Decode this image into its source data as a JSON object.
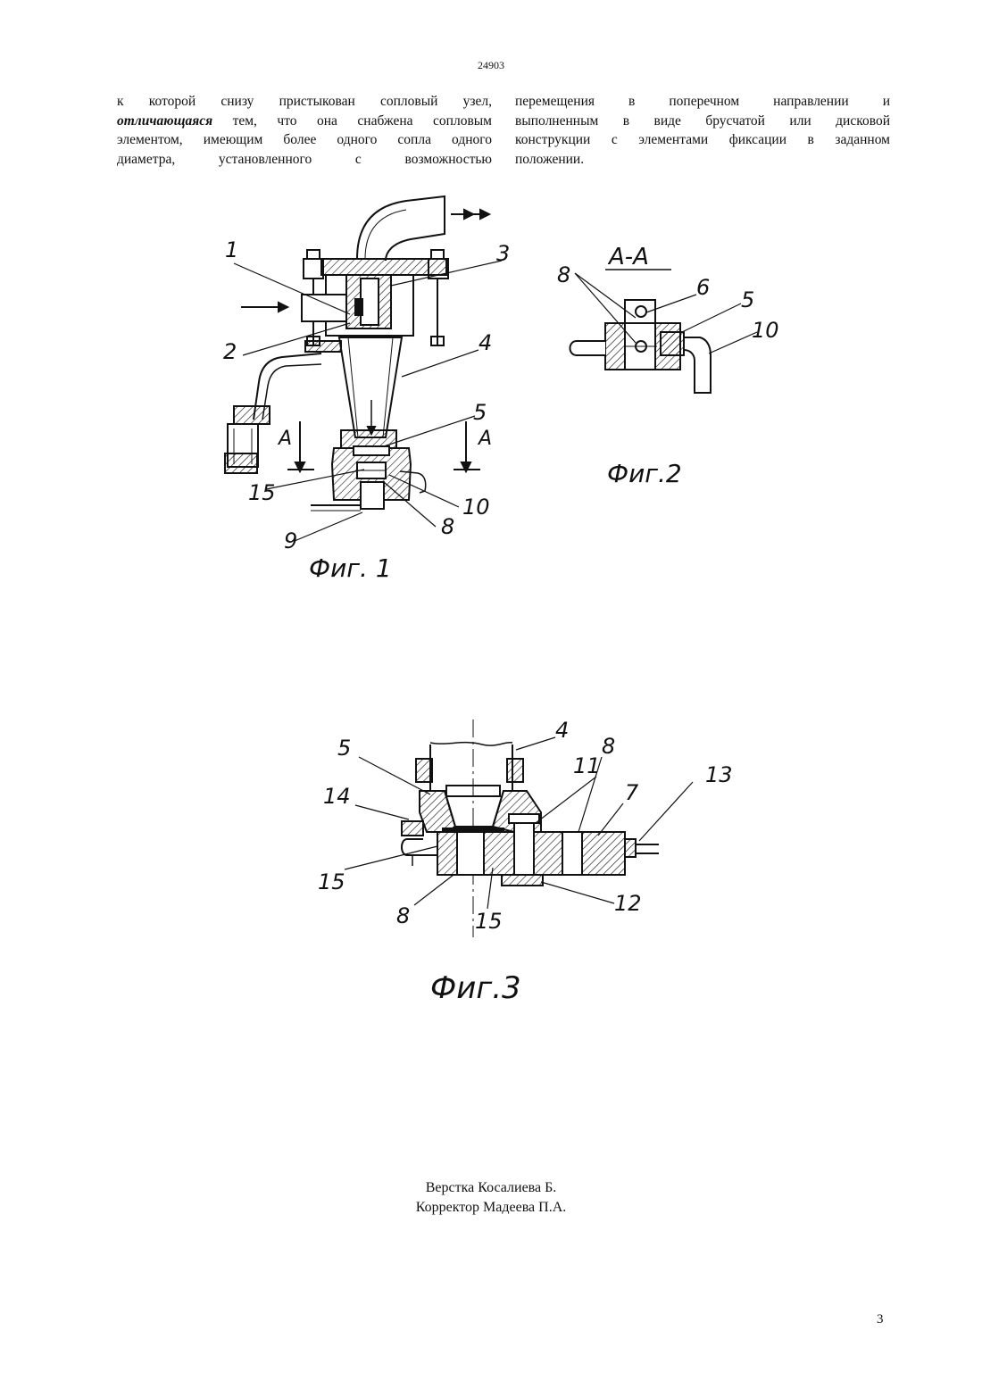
{
  "header": {
    "doc_number": "24903"
  },
  "claim": {
    "left": {
      "l1": "к которой снизу пристыкован сопловый узел,",
      "l2_em": "отличающаяся",
      "l2_rest": " тем, что она снабжена сопловым",
      "l3": "элементом, имеющим более одного сопла одного",
      "l4": "диаметра, установленного с возможностью"
    },
    "right": {
      "l1": "перемещения в поперечном направлении и",
      "l2": "выполненным в виде брусчатой или дисковой",
      "l3": "конструкции с элементами фиксации в заданном",
      "l4": "положении."
    }
  },
  "fig1": {
    "caption": "Фиг. 1",
    "section_label": "А",
    "labels": [
      "1",
      "2",
      "3",
      "4",
      "5",
      "15",
      "10",
      "8",
      "9"
    ]
  },
  "fig2": {
    "caption": "Фиг.2",
    "title": "А-А",
    "labels": [
      "8",
      "6",
      "5",
      "10"
    ]
  },
  "fig3": {
    "caption": "Фиг.3",
    "labels": [
      "5",
      "4",
      "8",
      "11",
      "7",
      "13",
      "14",
      "15",
      "8",
      "15",
      "12"
    ]
  },
  "credits": {
    "line1": "Верстка Косалиева Б.",
    "line2": "Корректор Мадеева П.А."
  },
  "footer": {
    "page_number": "3"
  }
}
